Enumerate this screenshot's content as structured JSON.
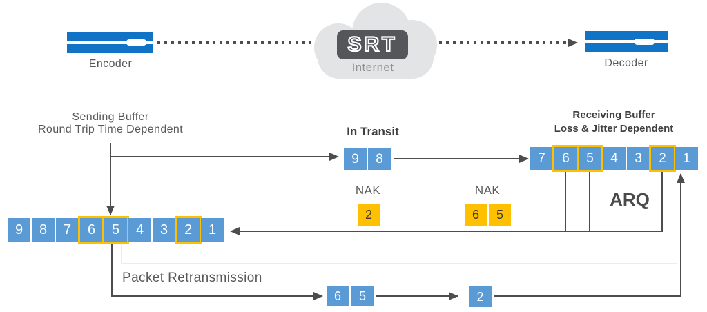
{
  "header": {
    "encoder_label": "Encoder",
    "decoder_label": "Decoder",
    "srt_logo": "SRT",
    "internet_label": "Internet"
  },
  "sending_buffer": {
    "title_line1": "Sending Buffer",
    "title_line2": "Round Trip Time Dependent",
    "packets": [
      {
        "n": "9"
      },
      {
        "n": "8"
      },
      {
        "n": "7"
      },
      {
        "n": "6",
        "hl": true
      },
      {
        "n": "5",
        "hl": true
      },
      {
        "n": "4"
      },
      {
        "n": "3"
      },
      {
        "n": "2",
        "hl": true
      },
      {
        "n": "1"
      }
    ]
  },
  "in_transit": {
    "title": "In Transit",
    "packets": [
      {
        "n": "9"
      },
      {
        "n": "8"
      }
    ]
  },
  "receiving_buffer": {
    "title_line1": "Receiving Buffer",
    "title_line2": "Loss & Jitter Dependent",
    "packets": [
      {
        "n": "7"
      },
      {
        "n": "6",
        "hl": true
      },
      {
        "n": "5",
        "hl": true
      },
      {
        "n": "4"
      },
      {
        "n": "3"
      },
      {
        "n": "2",
        "hl": true
      },
      {
        "n": "1"
      }
    ]
  },
  "nak": {
    "first": {
      "label": "NAK",
      "packets": [
        {
          "n": "2"
        }
      ]
    },
    "second": {
      "label": "NAK",
      "packets": [
        {
          "n": "6"
        },
        {
          "n": "5"
        }
      ]
    }
  },
  "arq_label": "ARQ",
  "retransmission": {
    "label": "Packet Retransmission",
    "group1": [
      {
        "n": "6"
      },
      {
        "n": "5"
      }
    ],
    "group2": [
      {
        "n": "2"
      }
    ]
  },
  "colors": {
    "packet_blue": "#5b9bd5",
    "highlight_orange": "#ffc000",
    "device_blue": "#1173c5",
    "line_gray": "#4d4d4d",
    "cloud_gray": "#e3e4e5",
    "srt_box_gray": "#55565a"
  }
}
